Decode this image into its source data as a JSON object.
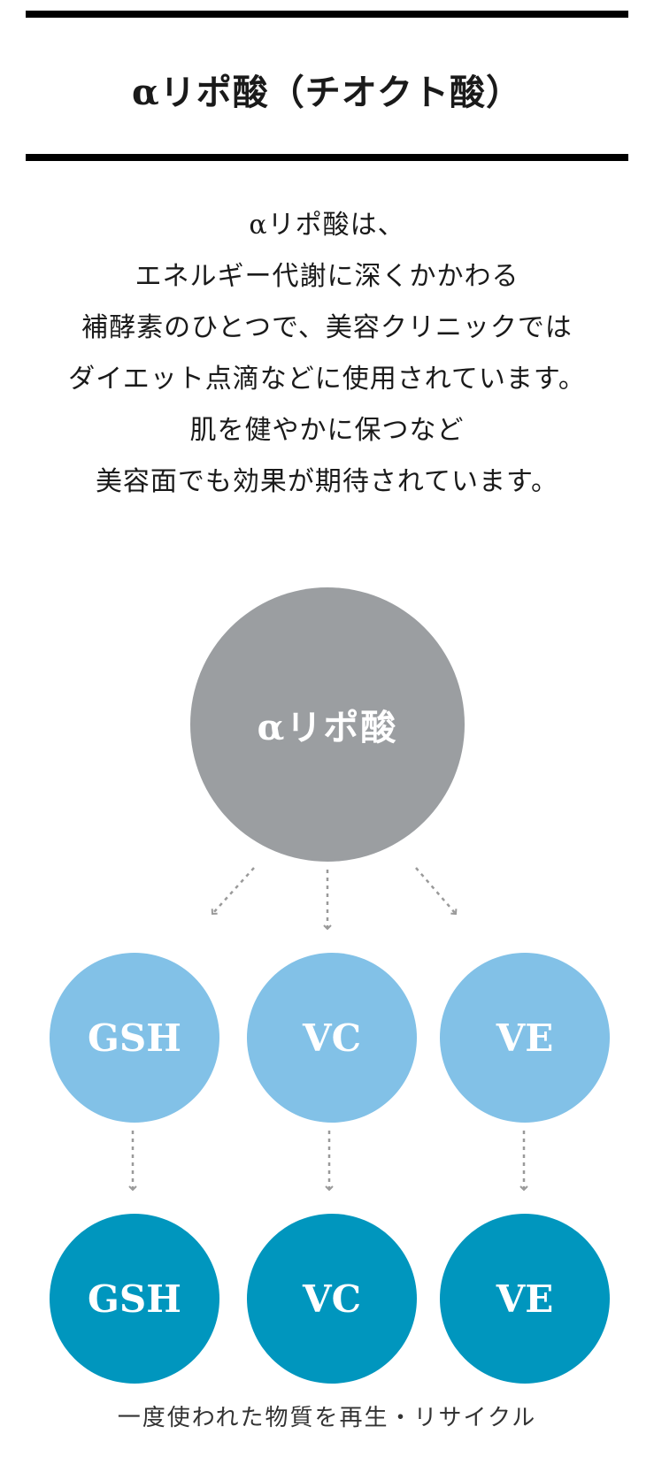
{
  "header": {
    "title": "αリポ酸（チオクト酸）"
  },
  "intro": {
    "lines": [
      "αリポ酸は、",
      "エネルギー代謝に深くかかわる",
      "補酵素のひとつで、美容クリニックでは",
      "ダイエット点滴などに使用されています。",
      "肌を健やかに保つなど",
      "美容面でも効果が期待されています。"
    ]
  },
  "diagram": {
    "root": {
      "label": "αリポ酸",
      "color": "#9b9ea1"
    },
    "middle": {
      "color": "#82c1e7",
      "items": [
        "GSH",
        "VC",
        "VE"
      ]
    },
    "bottom": {
      "color": "#0096be",
      "items": [
        "GSH",
        "VC",
        "VE"
      ]
    },
    "arrow_color": "#9a9a9a"
  },
  "caption": "一度使われた物質を再生・リサイクル"
}
